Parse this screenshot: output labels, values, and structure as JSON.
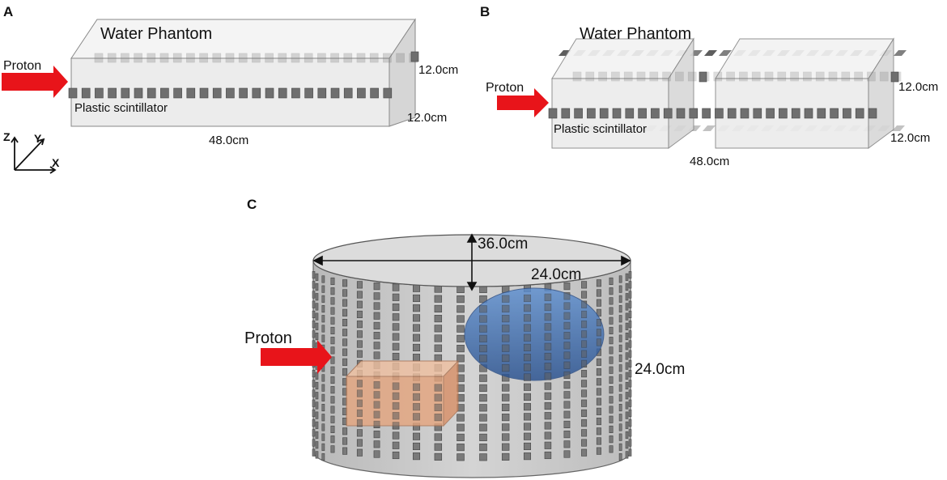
{
  "panels": {
    "a": {
      "letter": "A",
      "phantom_label": "Water Phantom",
      "beam_label": "Proton",
      "detector_label": "Plastic scintillator",
      "dim_height": "12.0cm",
      "dim_depth": "12.0cm",
      "dim_length": "48.0cm",
      "axes": {
        "z": "Z",
        "y": "Y",
        "x": "X"
      }
    },
    "b": {
      "letter": "B",
      "phantom_label": "Water Phantom",
      "beam_label": "Proton",
      "detector_label": "Plastic scintillator",
      "dim_height": "12.0cm",
      "dim_depth": "12.0cm",
      "dim_length": "48.0cm"
    },
    "c": {
      "letter": "C",
      "beam_label": "Proton",
      "dim_top": "36.0cm",
      "dim_diameter": "24.0cm",
      "dim_height": "24.0cm"
    }
  },
  "colors": {
    "beam_arrow": "#e8141a",
    "phantom_face": "#ececec",
    "phantom_side": "#d6d6d6",
    "scintillator": "#6f6f6f",
    "cylinder_body": "#c8c8c8",
    "blue_region": "#3a6fb0",
    "orange_region": "#e0a07a"
  }
}
